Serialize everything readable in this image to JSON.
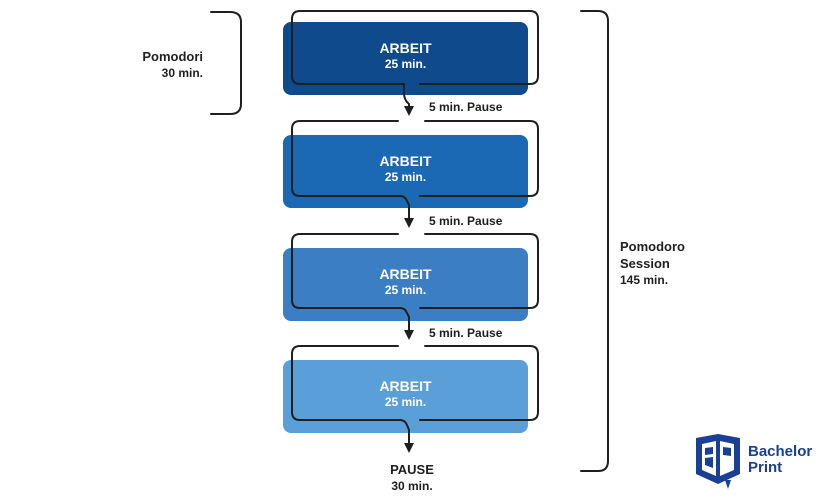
{
  "work_blocks": [
    {
      "title": "ARBEIT",
      "duration": "25 min.",
      "color": "#0e4a8c"
    },
    {
      "title": "ARBEIT",
      "duration": "25 min.",
      "color": "#1b68b4"
    },
    {
      "title": "ARBEIT",
      "duration": "25 min.",
      "color": "#3b7ec4"
    },
    {
      "title": "ARBEIT",
      "duration": "25 min.",
      "color": "#5b9fd8"
    }
  ],
  "short_breaks": [
    "5 min. Pause",
    "5 min. Pause",
    "5 min. Pause"
  ],
  "pomodori": {
    "title": "Pomodori",
    "duration": "30 min."
  },
  "session": {
    "title_line1": "Pomodoro",
    "title_line2": "Session",
    "duration": "145 min."
  },
  "long_break": {
    "title": "PAUSE",
    "duration": "30 min."
  },
  "logo": {
    "line1": "Bachelor",
    "line2": "Print",
    "color": "#1b3f95"
  },
  "colors": {
    "line": "#1f1f1f",
    "text": "#1f1f1f"
  }
}
